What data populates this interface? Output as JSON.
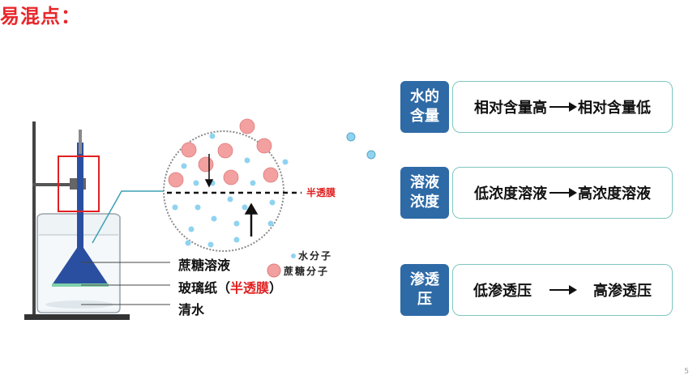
{
  "title": "易混点：",
  "apparatus": {
    "label_sucrose": "蔗糖溶液",
    "label_cellophane_pre": "玻璃纸（",
    "label_cellophane_red": "半透膜",
    "label_cellophane_post": "）",
    "label_water": "清水"
  },
  "zoom": {
    "membrane_label": "半透膜",
    "legend_water": "水分子",
    "legend_sucrose": "蔗糖分子"
  },
  "comparisons": [
    {
      "tag_line1": "水的",
      "tag_line2": "含量",
      "from": "相对含量高",
      "to": "相对含量低"
    },
    {
      "tag_line1": "溶液",
      "tag_line2": "浓度",
      "from": "低浓度溶液",
      "to": "高浓度溶液"
    },
    {
      "tag_line1": "渗透",
      "tag_line2": "压",
      "from": "低渗透压",
      "to": "高渗透压"
    }
  ],
  "colors": {
    "title": "#e8262a",
    "tag_bg": "#2e6aa6",
    "box_border": "#7fc6bf",
    "water_molecule": "#8fd3f0",
    "sucrose_molecule": "#f2a0a0",
    "solution": "#2b4fa0"
  },
  "page_number": "5"
}
